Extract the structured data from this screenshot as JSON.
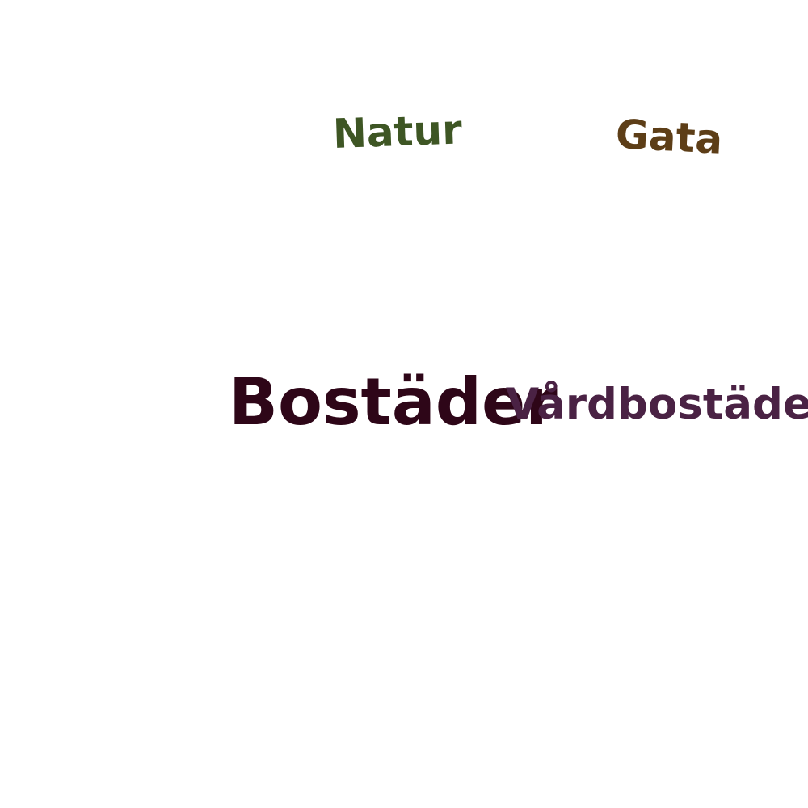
{
  "words": [
    {
      "text": "Natur",
      "color": "#3e5624"
    },
    {
      "text": "Gata",
      "color": "#5d3e17"
    },
    {
      "text": "Bostäder",
      "color": "#2e0618"
    },
    {
      "text": "Vårdbostäder",
      "color": "#4a2244"
    }
  ]
}
